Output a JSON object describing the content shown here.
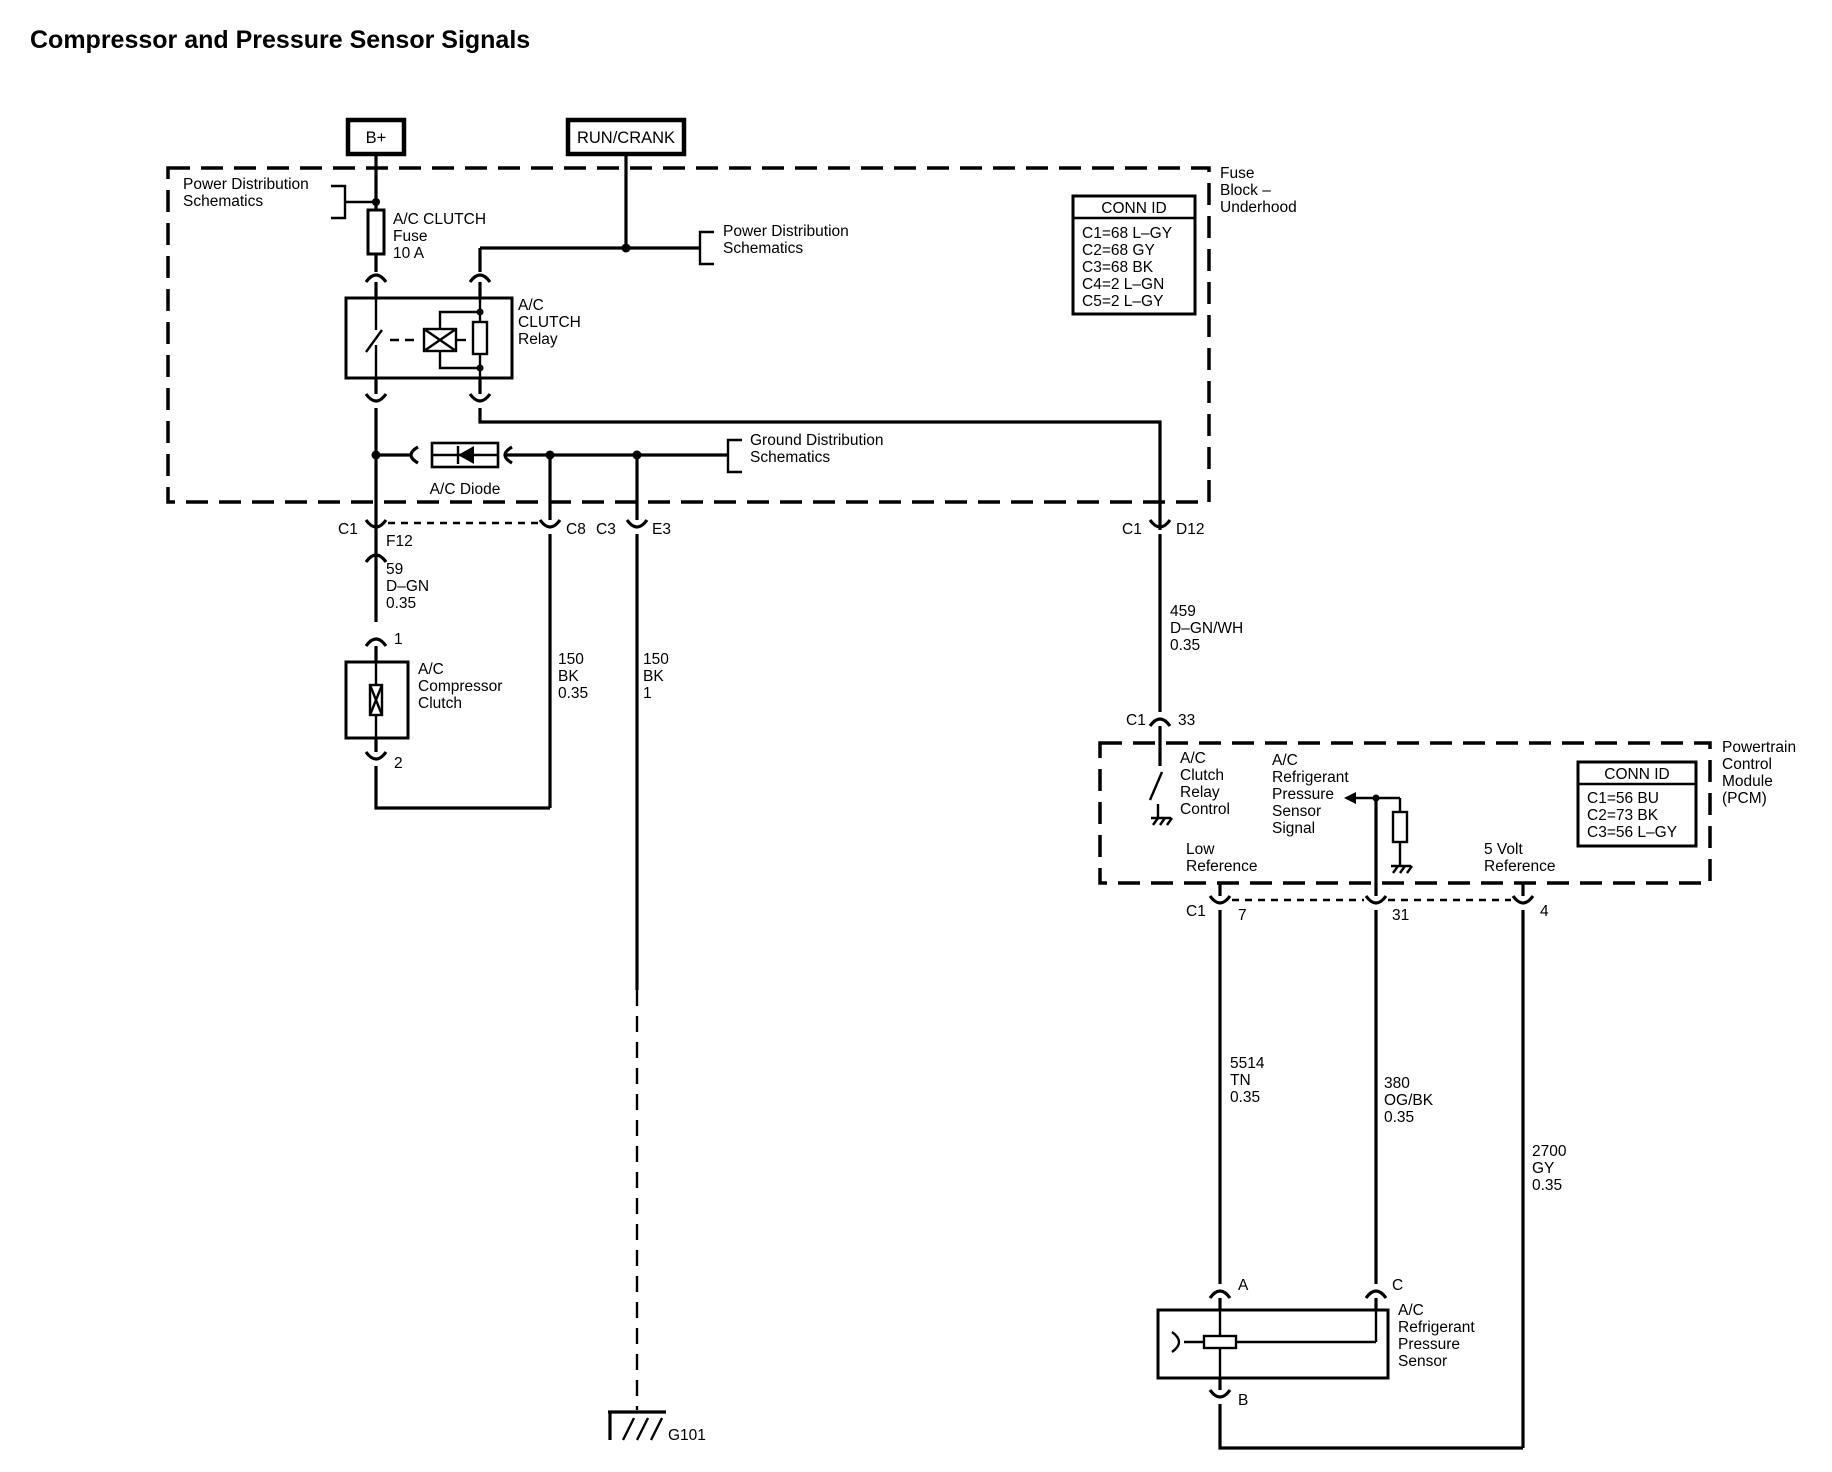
{
  "title": "Compressor and Pressure Sensor Signals",
  "power": {
    "bplus": "B+",
    "run_crank": "RUN/CRANK"
  },
  "fuse_block": {
    "name": [
      "Fuse",
      "Block –",
      "Underhood"
    ],
    "pds_left": [
      "Power Distribution",
      "Schematics"
    ],
    "pds_right": [
      "Power Distribution",
      "Schematics"
    ],
    "fuse_label": [
      "A/C CLUTCH",
      "Fuse",
      "10 A"
    ],
    "relay_label": [
      "A/C",
      "CLUTCH",
      "Relay"
    ],
    "diode_label": "A/C Diode",
    "gds": [
      "Ground Distribution",
      "Schematics"
    ],
    "conn_id": {
      "header": "CONN ID",
      "rows": [
        "C1=68 L–GY",
        "C2=68 GY",
        "C3=68 BK",
        "C4=2 L–GN",
        "C5=2 L–GY"
      ]
    },
    "pins": {
      "c1_left": "C1",
      "f12": "F12",
      "c8": "C8",
      "c3": "C3",
      "e3": "E3",
      "c1_right": "C1",
      "d12": "D12"
    }
  },
  "wires": {
    "w59": [
      "59",
      "D–GN",
      "0.35"
    ],
    "w150a": [
      "150",
      "BK",
      "0.35"
    ],
    "w150b": [
      "150",
      "BK",
      "1"
    ],
    "w459": [
      "459",
      "D–GN/WH",
      "0.35"
    ],
    "w5514": [
      "5514",
      "TN",
      "0.35"
    ],
    "w380": [
      "380",
      "OG/BK",
      "0.35"
    ],
    "w2700": [
      "2700",
      "GY",
      "0.35"
    ]
  },
  "compressor": {
    "label": [
      "A/C",
      "Compressor",
      "Clutch"
    ],
    "pin1": "1",
    "pin2": "2"
  },
  "ground": "G101",
  "pcm": {
    "name": [
      "Powertrain",
      "Control",
      "Module",
      "(PCM)"
    ],
    "conn_id": {
      "header": "CONN ID",
      "rows": [
        "C1=56 BU",
        "C2=73 BK",
        "C3=56 L–GY"
      ]
    },
    "c1_top": "C1",
    "pin33": "33",
    "clutch_ctrl": [
      "A/C",
      "Clutch",
      "Relay",
      "Control"
    ],
    "pressure_signal": [
      "A/C",
      "Refrigerant",
      "Pressure",
      "Sensor",
      "Signal"
    ],
    "low_ref": [
      "Low",
      "Reference"
    ],
    "five_volt": [
      "5 Volt",
      "Reference"
    ],
    "c1_bottom": "C1",
    "pin7": "7",
    "pin31": "31",
    "pin4": "4"
  },
  "sensor": {
    "label": [
      "A/C",
      "Refrigerant",
      "Pressure",
      "Sensor"
    ],
    "pinA": "A",
    "pinB": "B",
    "pinC": "C"
  }
}
